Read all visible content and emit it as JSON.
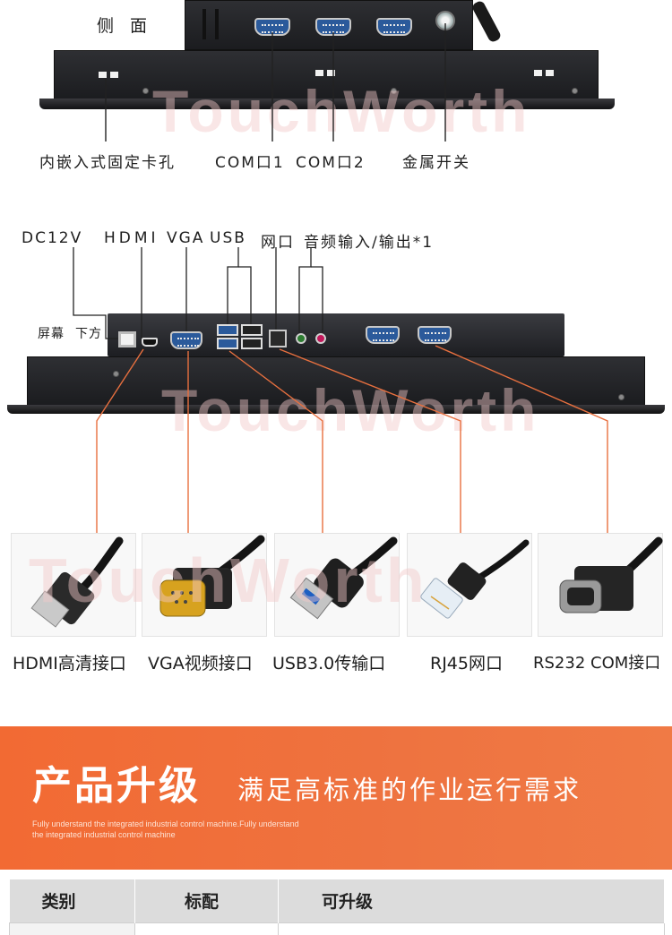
{
  "top_section": {
    "side_label": "侧 面",
    "callouts": {
      "embedded_holes": "内嵌入式固定卡孔",
      "com1": "COM口1",
      "com2": "COM口2",
      "metal_switch": "金属开关"
    }
  },
  "port_section": {
    "labels": {
      "dc12v": "DC12V",
      "hdmi": "HDMI",
      "vga": "VGA",
      "usb": "USB",
      "lan": "网口",
      "audio": "音频输入/输出*1",
      "screen_bottom_a": "屏幕",
      "screen_bottom_b": "下方"
    }
  },
  "watermark": "TouchWorth",
  "cables": [
    {
      "caption": "HDMI高清接口",
      "icon": "hdmi-cable-icon"
    },
    {
      "caption": "VGA视频接口",
      "icon": "vga-cable-icon"
    },
    {
      "caption": "USB3.0传输口",
      "icon": "usb-cable-icon"
    },
    {
      "caption": "RJ45网口",
      "icon": "rj45-cable-icon"
    },
    {
      "caption": "RS232 COM接口",
      "icon": "rs232-cable-icon"
    }
  ],
  "banner": {
    "title": "产品升级",
    "subtitle": "满足高标准的作业运行需求",
    "english": "Fully understand the integrated industrial control machine.Fully understand the integrated industrial control machine"
  },
  "table": {
    "headers": [
      "类别",
      "标配",
      "可升级"
    ]
  },
  "colors": {
    "accent_orange": "#f26a33",
    "leader_line": "#e8703f",
    "port_blue": "#2b5a9b"
  }
}
